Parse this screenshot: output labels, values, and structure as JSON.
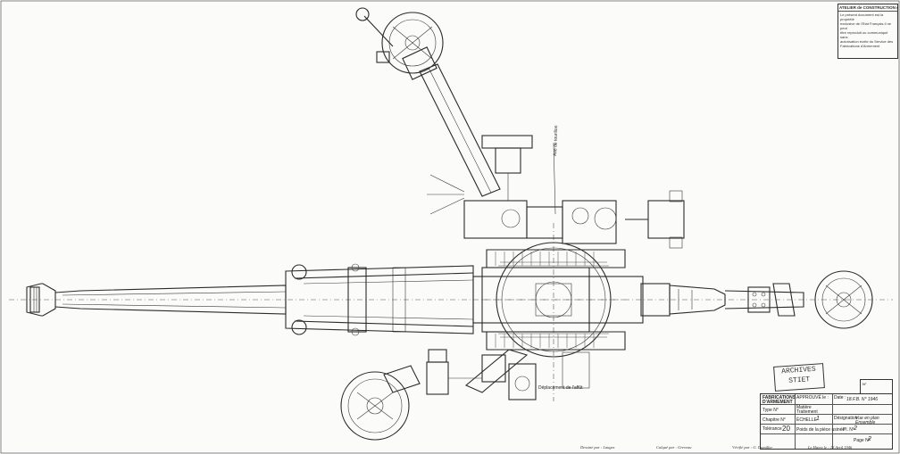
{
  "notes": {
    "heading": "ATELIER de CONSTRUCTION du HAVRE",
    "lines": [
      "Le présent document est la propriété",
      "exclusive de l'Etat Français.Il ne peut",
      "être reproduit ou communiqué sans",
      "autorisation écrite du Service des",
      "Fabrications d'Armement"
    ]
  },
  "stamp": {
    "line1": "ARCHIVES",
    "line2": "STIET"
  },
  "corner": {
    "label": "N°",
    "value": ""
  },
  "title_block": {
    "org_line1": "FABRICATIONS",
    "org_line2": "D'ARMEMENT",
    "approved_label": "APPROUVÉ le :",
    "date_label": "Date :",
    "date_value": "18.F.B. N° 1946",
    "type_label": "Type N°",
    "material_label": "Matière",
    "treatment_label": "Traitement",
    "chapter_label": "Chapitre N°",
    "scale_label": "ÉCHELLE",
    "scale_value": "1",
    "designation_label": "Désignation",
    "designation_value": "Vue en plan",
    "designation_sub": "Ensemble",
    "caliber_label": "Tolérance",
    "caliber_value": "20",
    "weight_label": "Poids de la pièce usinée",
    "sheet_label": "Pl. N°",
    "sheet_value": "2",
    "page_label": "Page N°",
    "page_value": "2"
  },
  "annotations": {
    "axis_label": "Axe de tourillon",
    "travel_label": "Déplacement de l'affût"
  },
  "signatures": {
    "drawn": "Dessiné par : Lauges",
    "checked": "Calqué par : Greveau",
    "verified": "Vérifié par : G. Dumiller",
    "place_date": "Le Havre le : 13 Avril 1946"
  }
}
